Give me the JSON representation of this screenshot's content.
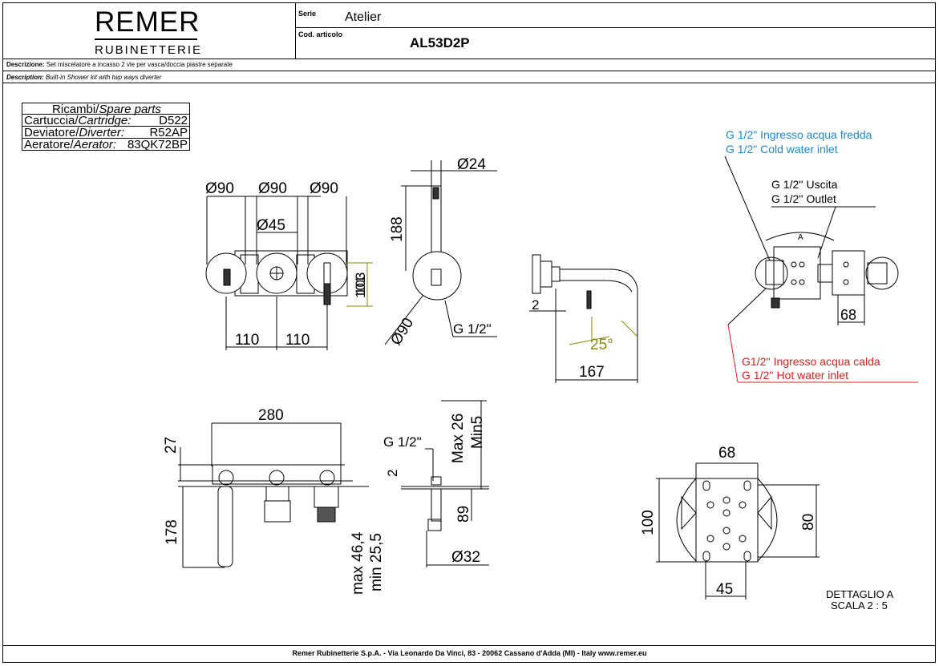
{
  "header": {
    "brand_name": "REMER",
    "brand_sub": "RUBINETTERIE",
    "serie_label": "Serie",
    "serie_value": "Atelier",
    "code_label": "Cod. articolo",
    "code_value": "AL53D2P"
  },
  "description": {
    "it_label": "Descrizione:",
    "it_text": "Set miscelatore a incasso 2 vie per vasca/doccia piastre separate",
    "en_label": "Description:",
    "en_text": "Built-in Shower kit with twp ways diverter"
  },
  "spare_parts": {
    "title_it": "Ricambi/",
    "title_en": "Spare parts",
    "rows": [
      {
        "it": "Cartuccia/",
        "en": "Cartridge:",
        "value": "D522"
      },
      {
        "it": "Deviatore/",
        "en": "Diverter:",
        "value": "R52AP"
      },
      {
        "it": "Aeratore/",
        "en": "Aerator:",
        "value": "83QK72BP"
      }
    ]
  },
  "dimensions": {
    "front": {
      "d1": "Ø90",
      "d2": "Ø90",
      "d3": "Ø90",
      "d4": "Ø45",
      "h1": "101",
      "h2": "103",
      "w1": "110",
      "w2": "110"
    },
    "handshower": {
      "d_top": "Ø24",
      "h": "188",
      "d_plate": "Ø90",
      "thread": "G 1/2\""
    },
    "side": {
      "t": "2",
      "angle": "25°",
      "len": "167"
    },
    "bottom_front": {
      "w": "280",
      "t": "27",
      "h": "178",
      "max": "max 46,4",
      "min": "min 25,5"
    },
    "bottom_side": {
      "thread": "G 1/2\"",
      "max": "Max 26",
      "min": "Min5",
      "t": "2",
      "h": "89",
      "d": "Ø32"
    },
    "detail": {
      "w_top": "68",
      "h_left": "100",
      "h_right": "80",
      "w_bottom": "45",
      "label1": "DETTAGLIO A",
      "label2": "SCALA 2 : 5"
    }
  },
  "connections": {
    "cold_it": "G 1/2\" Ingresso acqua fredda",
    "cold_en": "G 1/2\" Cold water inlet",
    "out_it": "G 1/2'' Uscita",
    "out_en": "G 1/2'' Outlet",
    "detail_mark": "A",
    "w68": "68",
    "hot_it": "G1/2'' Ingresso acqua calda",
    "hot_en": "G 1/2'' Hot water inlet"
  },
  "colors": {
    "cold": "#1e88d0",
    "hot": "#e0201b",
    "angle": "#8a8a10"
  },
  "footer": "Remer Rubinetterie S.p.A. - Via Leonardo Da Vinci, 83 - 20062 Cassano d'Adda (MI) - Italy www.remer.eu"
}
